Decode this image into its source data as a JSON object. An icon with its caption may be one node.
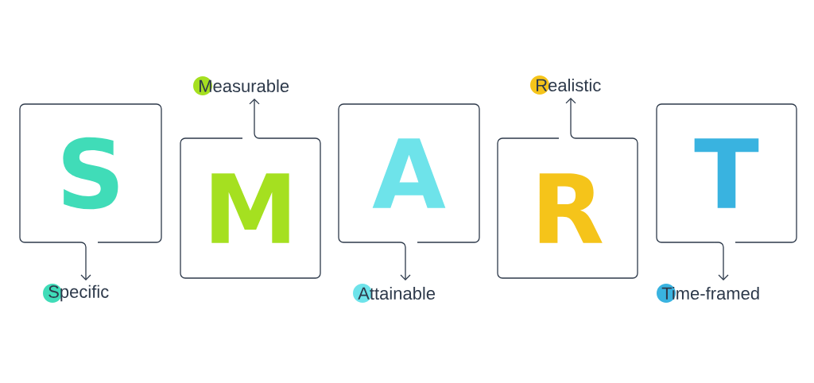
{
  "diagram": {
    "nodes": [
      {
        "text": [
          "S"
        ]
      },
      {
        "text": [
          "Specific"
        ]
      },
      {
        "text": [
          "Measurable"
        ]
      },
      {
        "text": [
          "M"
        ]
      },
      {
        "text": [
          "A"
        ]
      },
      {
        "text": [
          "Attainable"
        ]
      },
      {
        "text": [
          "Realistic"
        ]
      },
      {
        "text": [
          "R"
        ]
      },
      {
        "text": [
          "T"
        ]
      },
      {
        "text": [
          "Time-framed"
        ]
      }
    ],
    "edges": [
      {
        "from": 0,
        "to": 1,
        "arrow": "to"
      },
      {
        "from": 3,
        "to": 2,
        "arrow": "to"
      },
      {
        "from": 4,
        "to": 5,
        "arrow": "to"
      },
      {
        "from": 7,
        "to": 6,
        "arrow": "to"
      },
      {
        "from": 8,
        "to": 9,
        "arrow": "to"
      }
    ]
  }
}
